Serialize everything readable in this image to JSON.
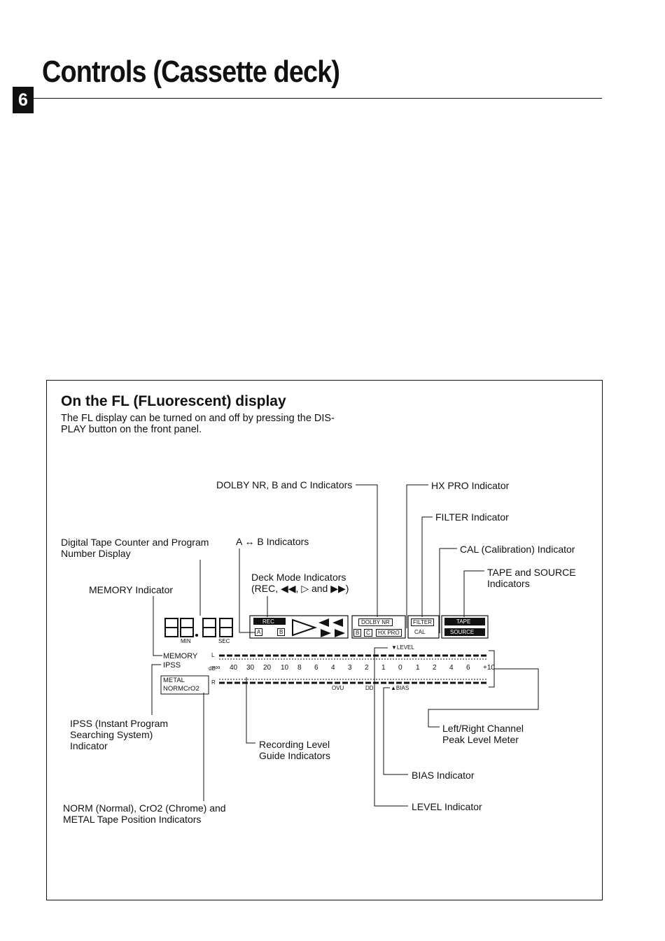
{
  "page": {
    "title": "Controls (Cassette deck)",
    "page_number": "6"
  },
  "section": {
    "heading": "On the FL (FLuorescent) display",
    "intro": "The FL display can be turned on and off by pressing the DIS-\nPLAY button on the front panel."
  },
  "callouts": {
    "dolby": "DOLBY NR, B and C Indicators",
    "hx_pro": "HX PRO Indicator",
    "filter": "FILTER Indicator",
    "cal": "CAL (Calibration) Indicator",
    "tape_source": "TAPE and SOURCE\nIndicators",
    "counter": "Digital Tape Counter and Program\nNumber Display",
    "ab": "A ↔ B Indicators",
    "deck_mode": "Deck Mode Indicators\n(REC, ◀◀, ▷ and ▶▶)",
    "memory": "MEMORY Indicator",
    "ipss": "IPSS (Instant Program\nSearching System)\nIndicator",
    "recording_level": "Recording Level\nGuide Indicators",
    "peak_meter": "Left/Right Channel\nPeak Level Meter",
    "bias": "BIAS Indicator",
    "level": "LEVEL Indicator",
    "tape_position": "NORM (Normal), CrO2 (Chrome) and\nMETAL Tape Position Indicators"
  },
  "display": {
    "counter_digits": "88.88",
    "min": "MIN",
    "sec": "SEC",
    "rec": "REC",
    "a": "A",
    "b": "B",
    "dolby_nr": "DOLBY NR",
    "b_small": "B",
    "c_small": "C",
    "hx_pro": "HX PRO",
    "filter": "FILTER",
    "cal": "CAL",
    "tape": "TAPE",
    "source": "SOURCE",
    "memory": "MEMORY",
    "ipss": "IPSS",
    "metal_norm": "METAL\nNORMCrO2",
    "channel_l": "L",
    "channel_r": "R",
    "level_tick": "▼LEVEL",
    "bias_tick": "▲BIAS",
    "db_label": "dB",
    "scale": [
      "-∞",
      "40",
      "30",
      "20",
      "10",
      "8",
      "6",
      "4",
      "3",
      "2",
      "1",
      "0",
      "1",
      "2",
      "4",
      "6",
      "+10"
    ],
    "ovu": "OVU",
    "dolby_symbol": "DD"
  }
}
